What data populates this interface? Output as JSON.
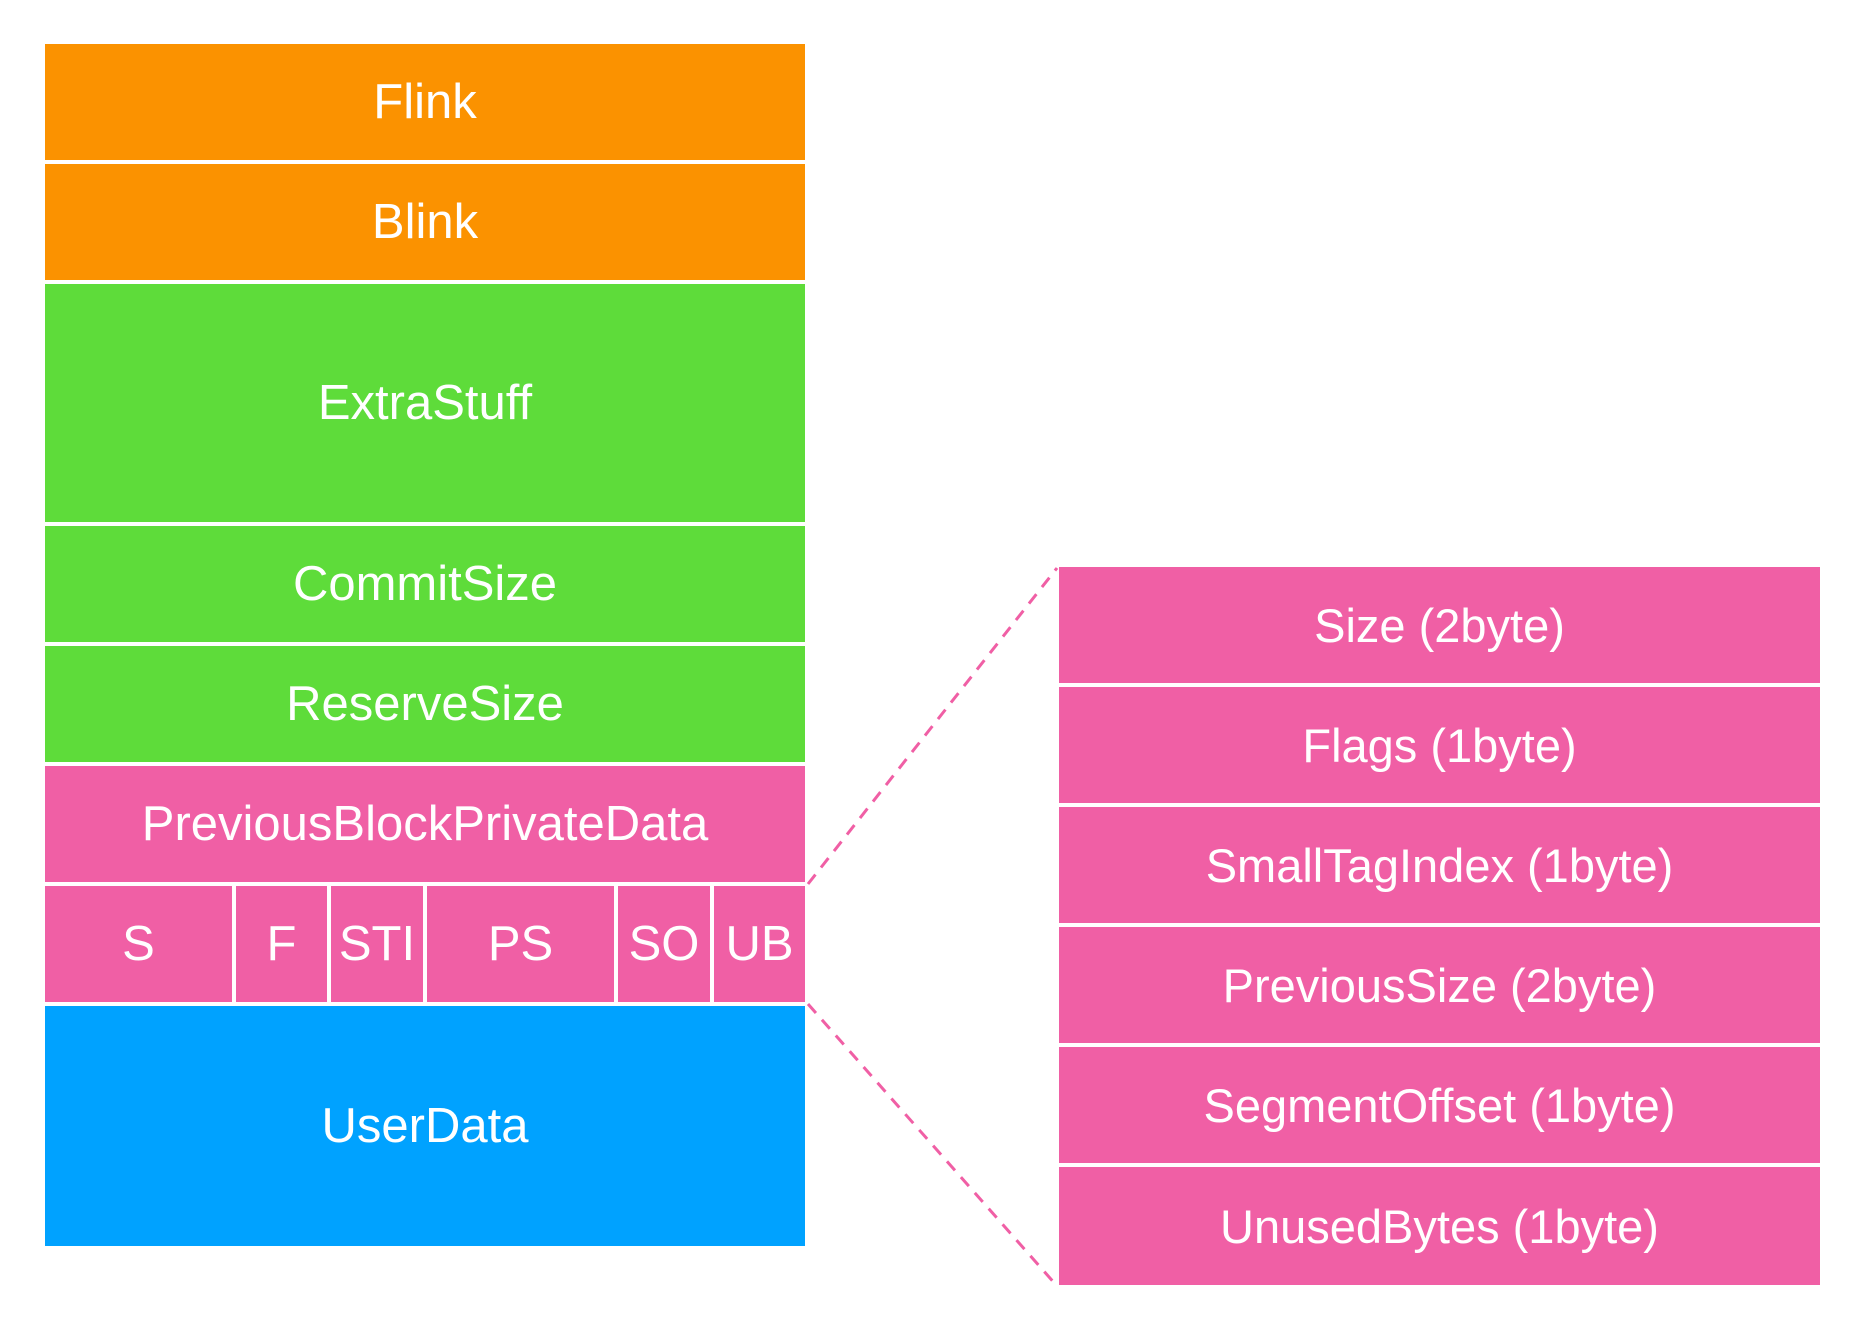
{
  "colors": {
    "orange": "#fb9200",
    "green": "#5edc3a",
    "pink": "#f05fa5",
    "blue": "#00a2ff"
  },
  "left": {
    "flink": "Flink",
    "blink": "Blink",
    "extrastuff": "ExtraStuff",
    "commitsize": "CommitSize",
    "reservesize": "ReserveSize",
    "prevblock": "PreviousBlockPrivateData",
    "header_fields": [
      "S",
      "F",
      "STI",
      "PS",
      "SO",
      "UB"
    ],
    "userdata": "UserData"
  },
  "right": {
    "fields": [
      "Size (2byte)",
      "Flags (1byte)",
      "SmallTagIndex (1byte)",
      "PreviousSize (2byte)",
      "SegmentOffset (1byte)",
      "UnusedBytes (1byte)"
    ]
  }
}
